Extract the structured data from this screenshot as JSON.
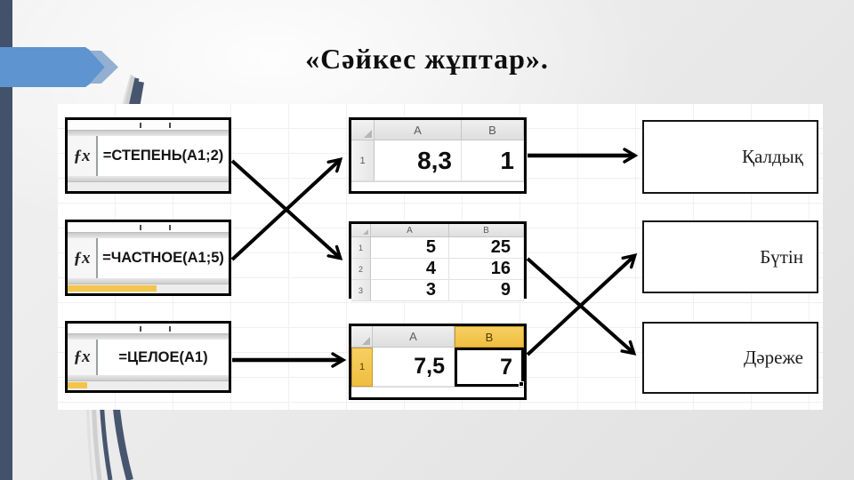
{
  "slide": {
    "title": "«Сәйкес жұптар».",
    "accent_colors": {
      "side_bar": "#42526b",
      "arrow_shape": "#5e94cf",
      "selection_yellow": "#efbe3f"
    }
  },
  "formulas": [
    {
      "fx": "ƒx",
      "text": "=СТЕПЕНЬ(A1;2)"
    },
    {
      "fx": "ƒx",
      "text": "=ЧАСТНОЕ(A1;5)"
    },
    {
      "fx": "ƒx",
      "text": "=ЦЕЛОЕ(A1)"
    }
  ],
  "sheets": [
    {
      "columns": [
        "A",
        "B"
      ],
      "rows": [
        {
          "n": "1",
          "a": "8,3",
          "b": "1"
        }
      ]
    },
    {
      "columns": [
        "A",
        "B"
      ],
      "rows": [
        {
          "n": "1",
          "a": "5",
          "b": "25"
        },
        {
          "n": "2",
          "a": "4",
          "b": "16"
        },
        {
          "n": "3",
          "a": "3",
          "b": "9"
        }
      ]
    },
    {
      "columns": [
        "A",
        "B"
      ],
      "rows": [
        {
          "n": "1",
          "a": "7,5",
          "b": "7"
        }
      ]
    }
  ],
  "answers": [
    {
      "label": "Қалдық"
    },
    {
      "label": "Бүтін"
    },
    {
      "label": "Дәреже"
    }
  ]
}
